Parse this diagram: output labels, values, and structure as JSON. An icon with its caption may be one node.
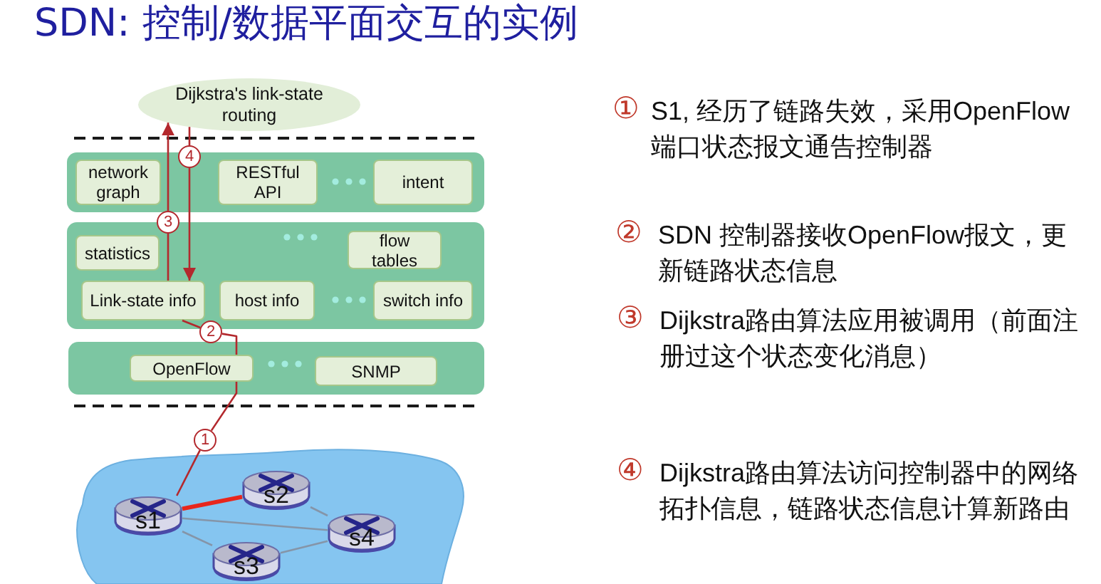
{
  "diagram": {
    "title": "SDN: 控制/数据平面交互的实例",
    "nodes": [
      {
        "text": [
          "Dijkstra's link-state routing"
        ]
      },
      {
        "text": [],
        "shape": "box"
      },
      {
        "text": [
          "network graph"
        ],
        "in": 1
      },
      {
        "text": [
          "RESTful API"
        ],
        "in": 1
      },
      {
        "text": [
          "intent"
        ],
        "in": 1
      },
      {
        "text": [],
        "shape": "box"
      },
      {
        "text": [
          "statistics"
        ],
        "in": 5
      },
      {
        "text": [
          "flow tables"
        ],
        "in": 5
      },
      {
        "text": [
          "Link-state info"
        ],
        "in": 5
      },
      {
        "text": [
          "host info"
        ],
        "in": 5
      },
      {
        "text": [
          "switch info"
        ],
        "in": 5
      },
      {
        "text": [],
        "shape": "box"
      },
      {
        "text": [
          "OpenFlow"
        ],
        "in": 11
      },
      {
        "text": [
          "SNMP"
        ],
        "in": 11
      },
      {
        "text": [],
        "shape": "cloud"
      },
      {
        "text": [
          "s2"
        ],
        "in": 14
      },
      {
        "text": [
          "s1"
        ],
        "in": 14
      },
      {
        "text": [
          "s4"
        ],
        "in": 14
      },
      {
        "text": [
          "s3"
        ],
        "in": 14
      },
      {
        "text": [
          "1"
        ]
      },
      {
        "text": [
          "2"
        ]
      },
      {
        "text": [
          "3"
        ]
      },
      {
        "text": [
          "4"
        ]
      }
    ],
    "edges": [
      {
        "from": 16,
        "to": 19,
        "arrow": "none"
      },
      {
        "from": 19,
        "to": 12,
        "arrow": "none"
      },
      {
        "from": 12,
        "to": 20,
        "arrow": "none"
      },
      {
        "from": 20,
        "to": 8,
        "arrow": "none"
      },
      {
        "from": 8,
        "to": 21,
        "arrow": "none"
      },
      {
        "from": 21,
        "to": 0,
        "arrow": "to"
      },
      {
        "from": 0,
        "to": 22,
        "arrow": "none"
      },
      {
        "from": 22,
        "to": 8,
        "arrow": "to"
      },
      {
        "from": 16,
        "to": 15,
        "arrow": "none",
        "style": "thick",
        "color": "#e8261c"
      },
      {
        "from": 16,
        "to": 17,
        "arrow": "none",
        "color": "#8595a8"
      },
      {
        "from": 16,
        "to": 18,
        "arrow": "none",
        "color": "#8595a8"
      },
      {
        "from": 15,
        "to": 17,
        "arrow": "none",
        "color": "#8595a8"
      },
      {
        "from": 18,
        "to": 17,
        "arrow": "none",
        "color": "#8595a8"
      }
    ],
    "labels": [
      "①",
      "S1, 经历了链路失效，采用OpenFlow端口状态报文通告控制器",
      "②",
      "SDN 控制器接收OpenFlow报文，更新链路状态信息",
      "③",
      "Dijkstra路由算法应用被调用（前面注册过这个状态变化消息）",
      "④",
      "Dijkstra路由算法访问控制器中的网络拓扑信息，链路状态信息计算新路由"
    ]
  }
}
